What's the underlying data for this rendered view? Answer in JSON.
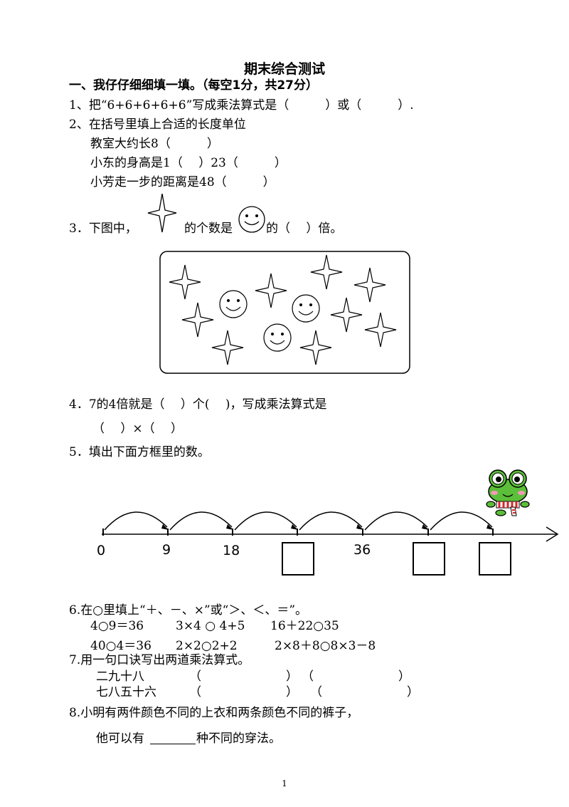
{
  "title": "期末综合测试",
  "section1": "一、我仔仔细细填一填。（每空1分，共27分）",
  "q1": "1、把“6+6+6+6+6”写成乘法算式是（　　　）或（　　　）.",
  "q2": {
    "prompt": "2、在括号里填上合适的长度单位",
    "lines": [
      "教室大约长8（　　　）",
      "小东的身高是1（　 ）23（　　　）",
      "小芳走一步的距离是48（　　　）"
    ]
  },
  "q3": {
    "pre": "3．下图中，",
    "mid": "的个数是",
    "post": "的（　 ）倍。"
  },
  "q4": {
    "line1": "4．7的4倍就是（　 ）个(　 )，写成乘法算式是",
    "line2": "（　 ）×（　 ）"
  },
  "q5": {
    "prompt": "5．填出下面方框里的数。",
    "labels": [
      "0",
      "9",
      "18",
      "36"
    ]
  },
  "q6": {
    "prompt": "6.在○里填上“＋、－、×”或“＞、＜、＝”。",
    "row1": [
      "4○9＝36",
      "3×4 ○ 4+5",
      "16＋22○35"
    ],
    "row2": [
      "40○4＝36",
      "2×2○2+2",
      "2×8＋8○8×3－8"
    ]
  },
  "q7": {
    "prompt": "7.用一句口诀写出两道乘法算式。",
    "rows": [
      {
        "verse": "二九十八",
        "blank1": "（　　　　　　　）",
        "blank2": "（　　　　　　　）"
      },
      {
        "verse": "七八五十六",
        "blank1": "（　　　　　　　）",
        "blank2": "（　　　　　　　）"
      }
    ]
  },
  "q8": {
    "line1": "8.小明有两件颜色不同的上衣和两条颜色不同的裤子，",
    "pre": "他可以有",
    "post": "种不同的穿法。"
  },
  "page_number": "1"
}
